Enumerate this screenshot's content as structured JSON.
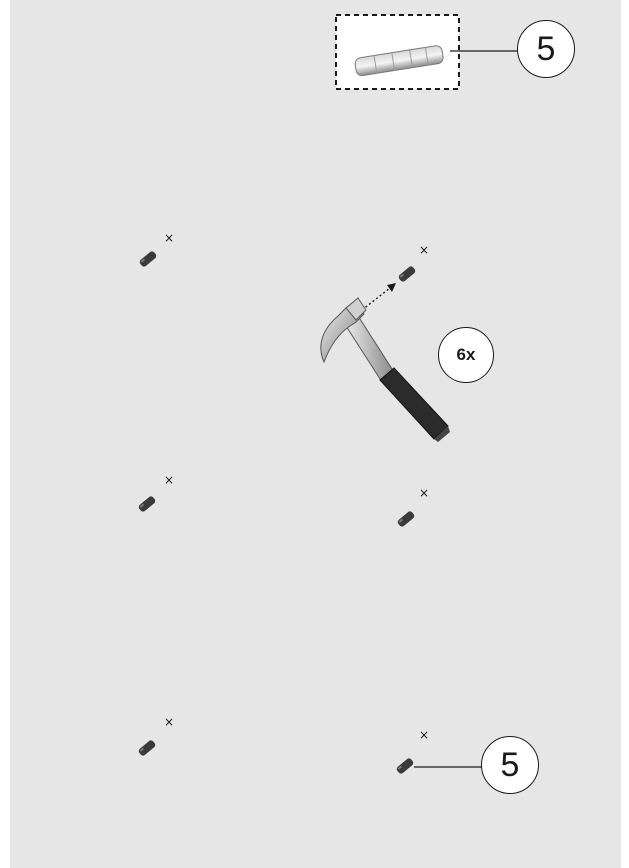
{
  "legend": {
    "part_number": "5"
  },
  "instruction": {
    "quantity": "6x",
    "drill_mark": "×",
    "callout_number": "5"
  },
  "icons": [
    "wall-plug-icon",
    "hammer-icon",
    "drill-mark-icon"
  ]
}
